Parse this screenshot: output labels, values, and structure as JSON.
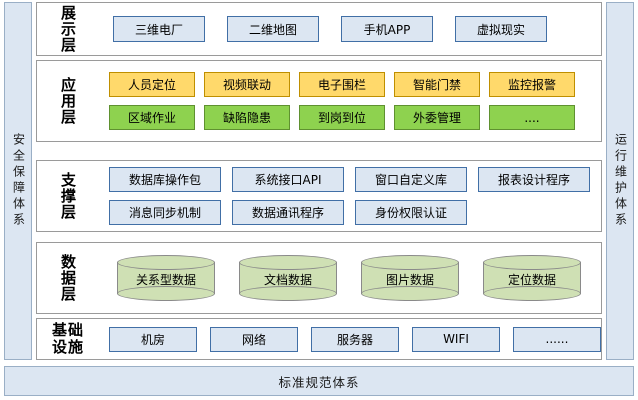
{
  "rails": {
    "left": {
      "label": "安全保障体系"
    },
    "right": {
      "label": "运行维护体系"
    }
  },
  "bottom_bar": {
    "label": "标准规范体系"
  },
  "layers": [
    {
      "id": "presentation",
      "label": "展示层",
      "rows": [
        {
          "style": "blue",
          "items": [
            "三维电厂",
            "二维地图",
            "手机APP",
            "虚拟现实"
          ]
        }
      ]
    },
    {
      "id": "application",
      "label": "应用层",
      "rows": [
        {
          "style": "yellow",
          "items": [
            "人员定位",
            "视频联动",
            "电子围栏",
            "智能门禁",
            "监控报警"
          ]
        },
        {
          "style": "green",
          "items": [
            "区域作业",
            "缺陷隐患",
            "到岗到位",
            "外委管理",
            "...."
          ]
        }
      ]
    },
    {
      "id": "support",
      "label": "支撑层",
      "rows": [
        {
          "style": "blue",
          "items": [
            "数据库操作包",
            "系统接口API",
            "窗口自定义库",
            "报表设计程序"
          ]
        },
        {
          "style": "blue",
          "items": [
            "消息同步机制",
            "数据通讯程序",
            "身份权限认证"
          ]
        }
      ]
    },
    {
      "id": "data",
      "label": "数据层",
      "rows": [
        {
          "style": "cylinder",
          "items": [
            "关系型数据",
            "文档数据",
            "图片数据",
            "定位数据"
          ]
        }
      ]
    },
    {
      "id": "infra",
      "label": "基础设施",
      "label_mode": "grid",
      "rows": [
        {
          "style": "blue",
          "items": [
            "机房",
            "网络",
            "服务器",
            "WIFI",
            "......"
          ]
        }
      ]
    }
  ],
  "colors": {
    "rail_fill": "#dce6f2",
    "rail_border": "#9aafc6",
    "node_blue_fill": "#dce6f2",
    "node_blue_border": "#416fa6",
    "node_yellow_fill": "#ffd96b",
    "node_yellow_border": "#bf8f00",
    "node_green_fill": "#8ed24f",
    "node_green_border": "#5f9130",
    "cylinder_fill": "#cfe0b4",
    "cylinder_border": "#8a8a8a",
    "panel_border": "#9a9a9a"
  }
}
